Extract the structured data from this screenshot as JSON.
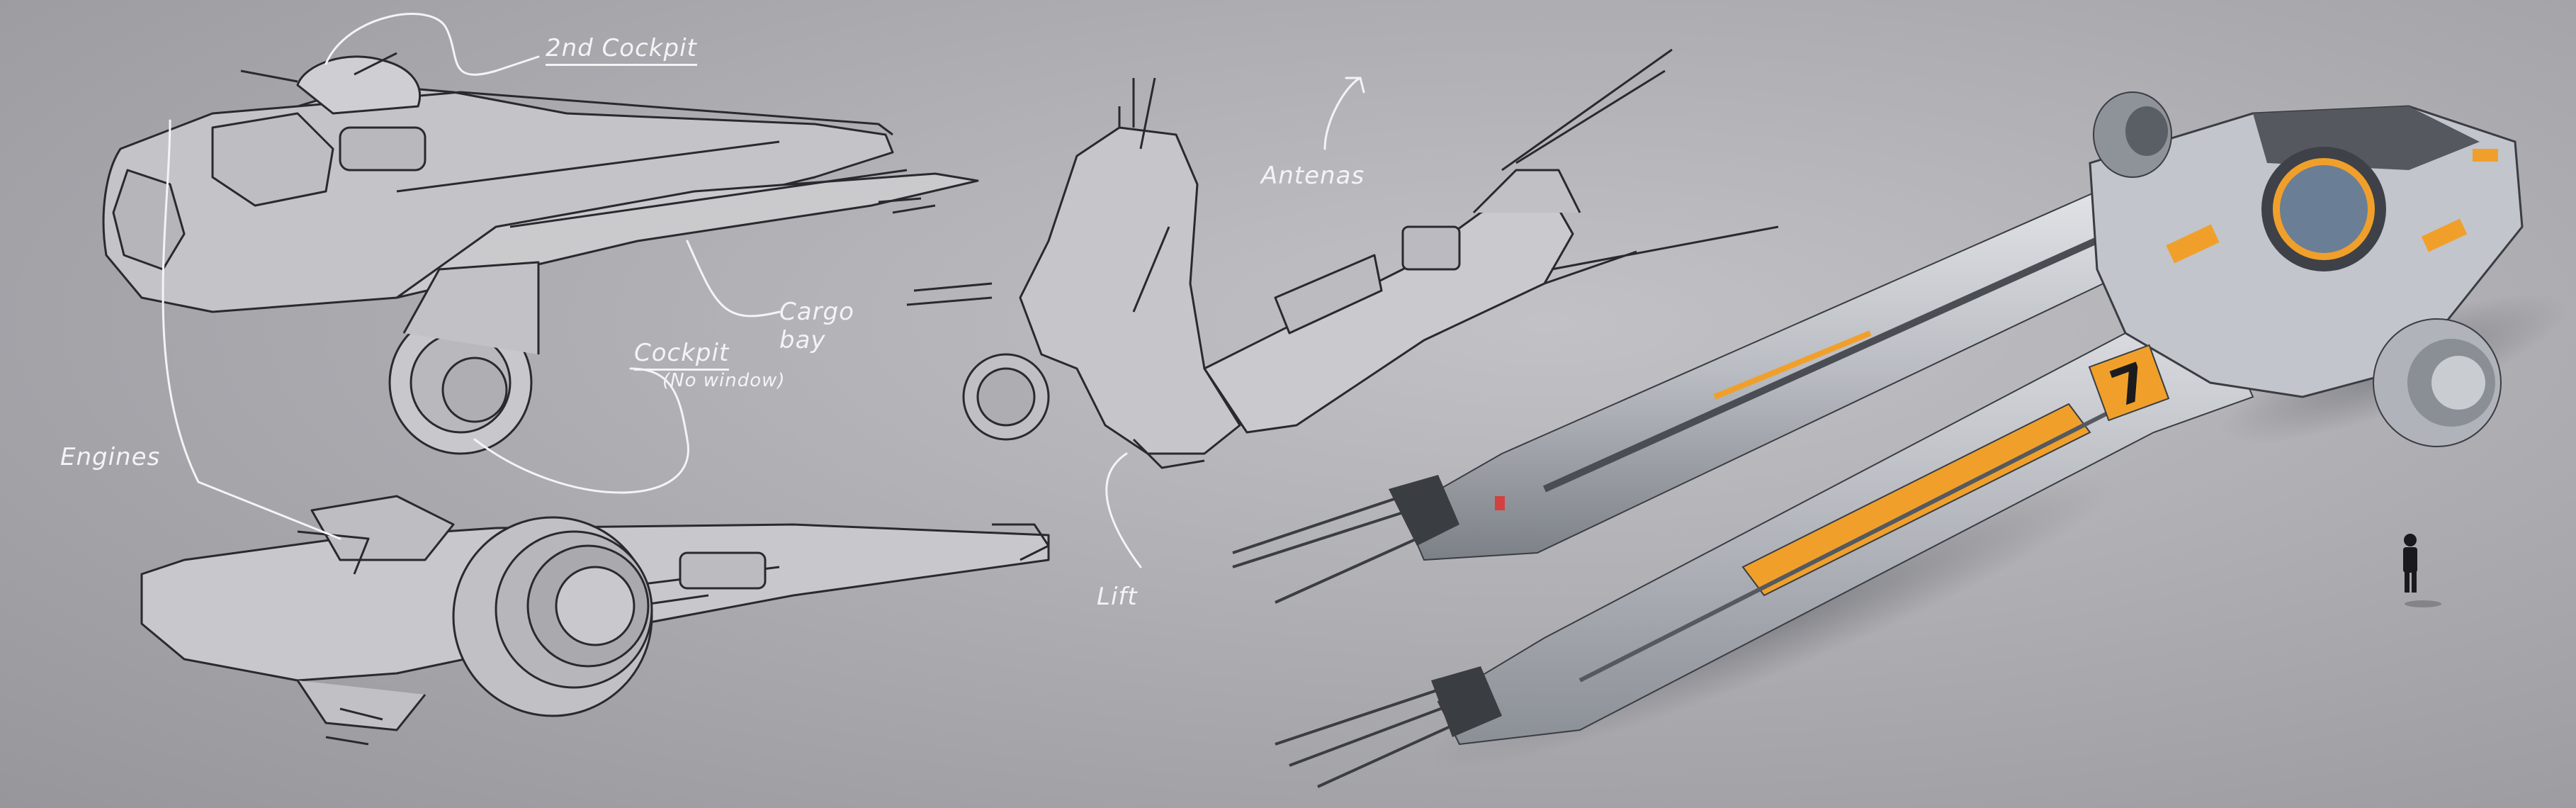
{
  "annotations": {
    "second_cockpit": "2nd Cockpit",
    "cargo_bay": "Cargo bay",
    "cockpit": "Cockpit",
    "no_window": "(No window)",
    "engines": "Engines",
    "antenas": "Antenas",
    "lift": "Lift"
  },
  "colors": {
    "sketch_fill": "#c4c4c8",
    "sketch_line": "#2a2a2e",
    "hull_light": "#d6d8dc",
    "hull_dark": "#55585e",
    "accent_orange": "#f0a02a",
    "cockpit_blue": "#6a7e96",
    "annotation_white": "#f4f4f6"
  },
  "hull_marking": "7"
}
